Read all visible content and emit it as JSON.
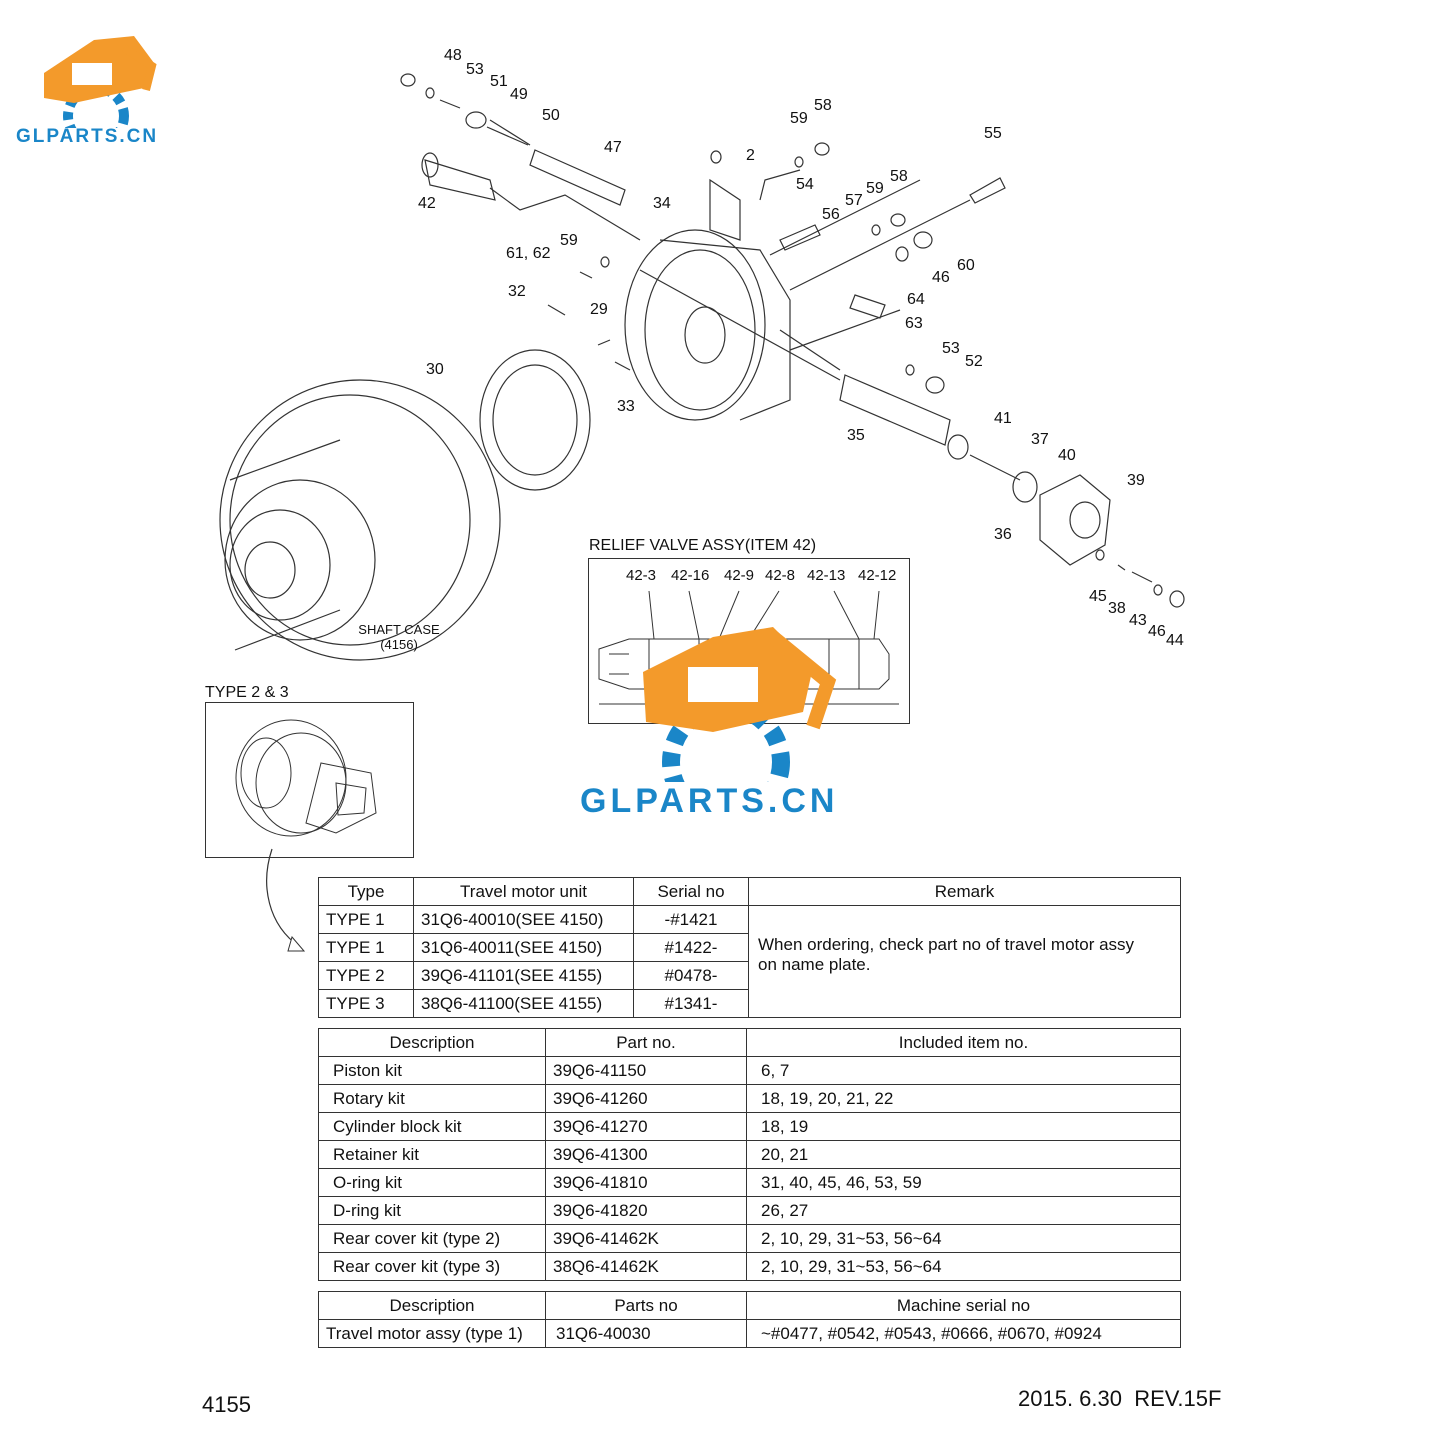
{
  "logo_small": {
    "text": "GLPARTS.CN"
  },
  "logo_watermark": {
    "text": "GLPARTS.CN"
  },
  "callouts": [
    {
      "id": "48",
      "text": "48"
    },
    {
      "id": "53a",
      "text": "53"
    },
    {
      "id": "51",
      "text": "51"
    },
    {
      "id": "49",
      "text": "49"
    },
    {
      "id": "50",
      "text": "50"
    },
    {
      "id": "47",
      "text": "47"
    },
    {
      "id": "42",
      "text": "42"
    },
    {
      "id": "2",
      "text": "2"
    },
    {
      "id": "59a",
      "text": "59"
    },
    {
      "id": "58a",
      "text": "58"
    },
    {
      "id": "34",
      "text": "34"
    },
    {
      "id": "54",
      "text": "54"
    },
    {
      "id": "55",
      "text": "55"
    },
    {
      "id": "59b",
      "text": "59"
    },
    {
      "id": "58b",
      "text": "58"
    },
    {
      "id": "57",
      "text": "57"
    },
    {
      "id": "56",
      "text": "56"
    },
    {
      "id": "59c",
      "text": "59"
    },
    {
      "id": "6162",
      "text": "61, 62"
    },
    {
      "id": "46a",
      "text": "46"
    },
    {
      "id": "60",
      "text": "60"
    },
    {
      "id": "32",
      "text": "32"
    },
    {
      "id": "64",
      "text": "64"
    },
    {
      "id": "63",
      "text": "63"
    },
    {
      "id": "29",
      "text": "29"
    },
    {
      "id": "53b",
      "text": "53"
    },
    {
      "id": "52",
      "text": "52"
    },
    {
      "id": "30",
      "text": "30"
    },
    {
      "id": "33",
      "text": "33"
    },
    {
      "id": "41",
      "text": "41"
    },
    {
      "id": "35",
      "text": "35"
    },
    {
      "id": "37",
      "text": "37"
    },
    {
      "id": "40",
      "text": "40"
    },
    {
      "id": "39",
      "text": "39"
    },
    {
      "id": "36",
      "text": "36"
    },
    {
      "id": "45",
      "text": "45"
    },
    {
      "id": "38",
      "text": "38"
    },
    {
      "id": "43",
      "text": "43"
    },
    {
      "id": "46b",
      "text": "46"
    },
    {
      "id": "44",
      "text": "44"
    }
  ],
  "shaft_case": {
    "label": "SHAFT CASE",
    "ref": "(4156)"
  },
  "relief_valve": {
    "title": "RELIEF VALVE ASSY(ITEM 42)",
    "items": [
      "42-3",
      "42-16",
      "42-9",
      "42-8",
      "42-13",
      "42-12"
    ]
  },
  "type23": {
    "title": "TYPE 2 & 3"
  },
  "type_table": {
    "headers": [
      "Type",
      "Travel motor unit",
      "Serial no",
      "Remark"
    ],
    "rows": [
      [
        "TYPE 1",
        "31Q6-40010(SEE 4150)",
        "-#1421"
      ],
      [
        "TYPE 1",
        "31Q6-40011(SEE 4150)",
        "#1422-"
      ],
      [
        "TYPE 2",
        "39Q6-41101(SEE 4155)",
        "#0478-"
      ],
      [
        "TYPE 3",
        "38Q6-41100(SEE 4155)",
        "#1341-"
      ]
    ],
    "remark_line1": "When ordering, check part no of travel motor assy",
    "remark_line2": "on name plate."
  },
  "kit_table": {
    "headers": [
      "Description",
      "Part no.",
      "Included item no."
    ],
    "rows": [
      [
        "Piston kit",
        "39Q6-41150",
        "6, 7"
      ],
      [
        "Rotary kit",
        "39Q6-41260",
        "18, 19, 20, 21, 22"
      ],
      [
        "Cylinder block kit",
        "39Q6-41270",
        "18, 19"
      ],
      [
        "Retainer kit",
        "39Q6-41300",
        "20, 21"
      ],
      [
        "O-ring kit",
        "39Q6-41810",
        "31, 40, 45, 46, 53, 59"
      ],
      [
        "D-ring kit",
        "39Q6-41820",
        "26, 27"
      ],
      [
        "Rear cover kit (type 2)",
        "39Q6-41462K",
        "2, 10, 29, 31~53, 56~64"
      ],
      [
        "Rear cover kit (type 3)",
        "38Q6-41462K",
        "2, 10, 29, 31~53, 56~64"
      ]
    ]
  },
  "assy_table": {
    "headers": [
      "Description",
      "Parts no",
      "Machine serial no"
    ],
    "rows": [
      [
        "Travel motor assy (type 1)",
        "31Q6-40030",
        "~#0477, #0542, #0543, #0666, #0670, #0924"
      ]
    ]
  },
  "footer": {
    "page": "4155",
    "rev": "2015. 6.30  REV.15F"
  },
  "colors": {
    "logo_orange": "#f39a2b",
    "logo_blue": "#1a86c8",
    "line": "#333333"
  }
}
